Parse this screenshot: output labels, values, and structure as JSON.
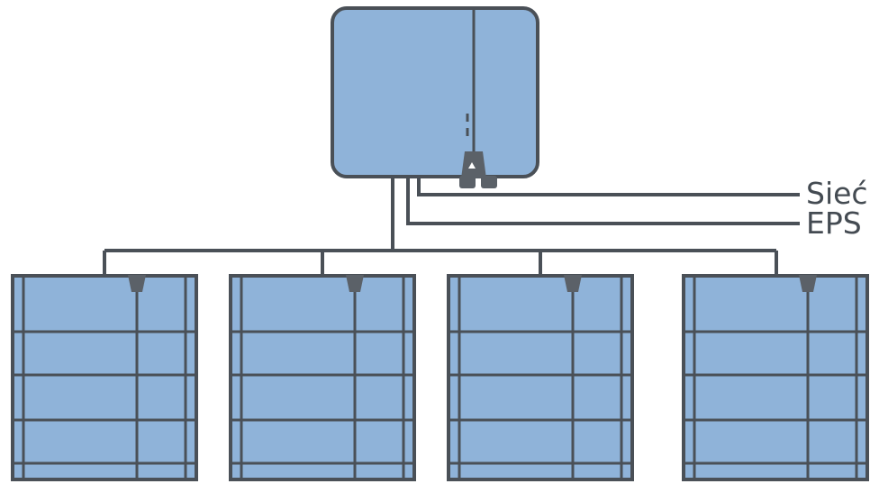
{
  "diagram": {
    "outputs": [
      {
        "id": "grid",
        "label": "Sieć"
      },
      {
        "id": "eps",
        "label": "EPS"
      }
    ],
    "battery_count": 4
  },
  "colors": {
    "panel_fill": "#8fb3d9",
    "stroke": "#4a5057",
    "connector": "#5b6168"
  }
}
